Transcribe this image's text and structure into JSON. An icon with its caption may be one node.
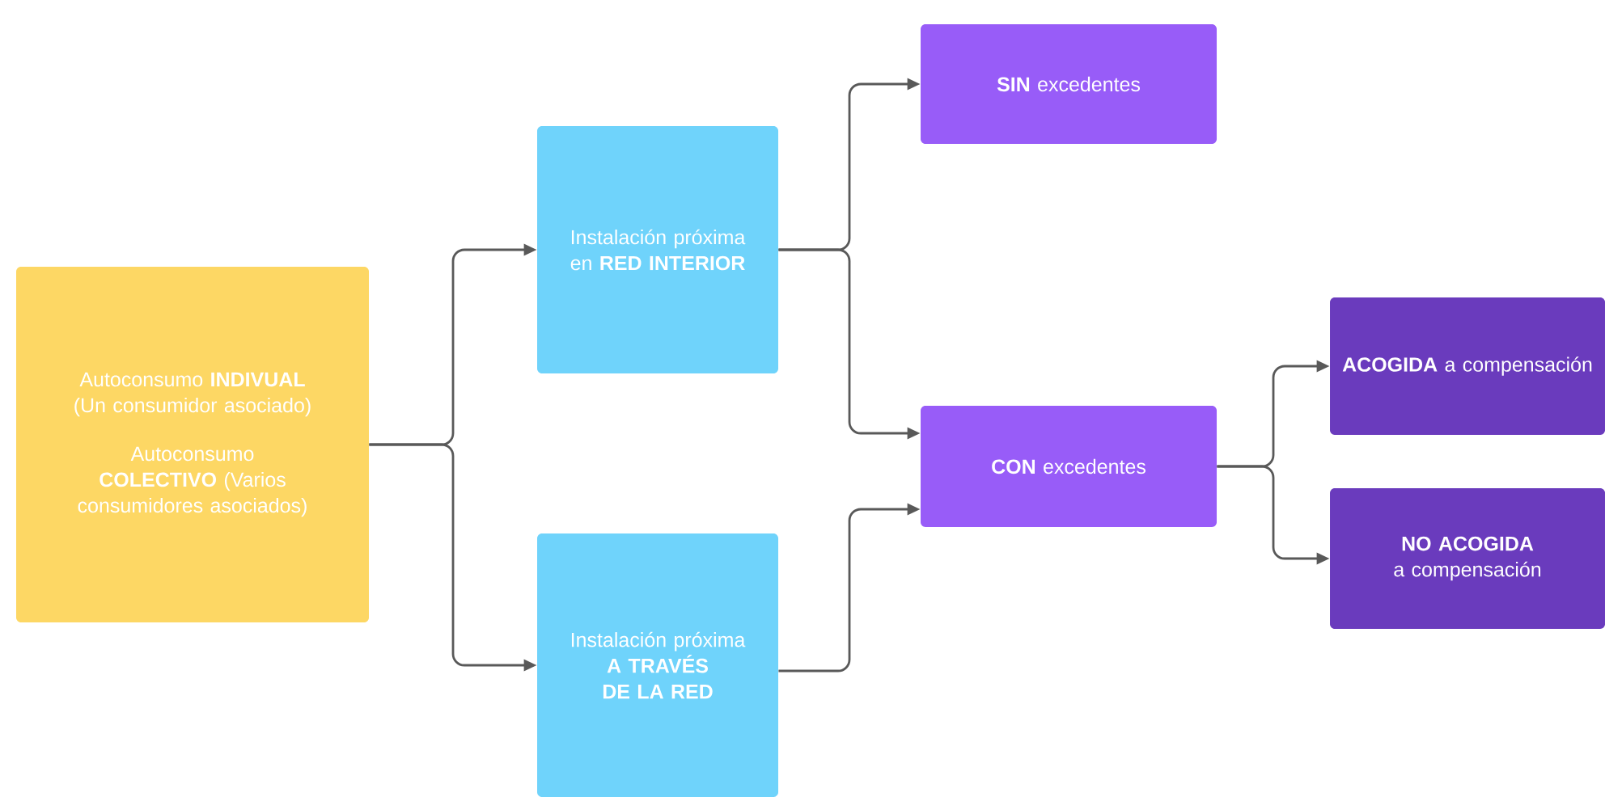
{
  "diagram": {
    "nodes": [
      {
        "text": [
          "Autoconsumo **INDIVUAL** (Un consumidor asociado)",
          "Autoconsumo **COLECTIVO** (Varios consumidores asociados)"
        ]
      },
      {
        "text": [
          "Instalación próxima en **RED INTERIOR**"
        ]
      },
      {
        "text": [
          "Instalación próxima **A TRAVÉS DE LA RED**"
        ]
      },
      {
        "text": [
          "**SIN** excedentes"
        ]
      },
      {
        "text": [
          "**CON** excedentes"
        ]
      },
      {
        "text": [
          "**ACOGIDA** a compensación"
        ]
      },
      {
        "text": [
          "**NO ACOGIDA** a compensación"
        ]
      }
    ],
    "edges": [
      {
        "from": 0,
        "to": 1,
        "arrow": "to"
      },
      {
        "from": 0,
        "to": 2,
        "arrow": "to"
      },
      {
        "from": 1,
        "to": 3,
        "arrow": "to"
      },
      {
        "from": 1,
        "to": 4,
        "arrow": "to"
      },
      {
        "from": 2,
        "to": 4,
        "arrow": "to"
      },
      {
        "from": 4,
        "to": 5,
        "arrow": "to"
      },
      {
        "from": 4,
        "to": 6,
        "arrow": "to"
      }
    ]
  }
}
